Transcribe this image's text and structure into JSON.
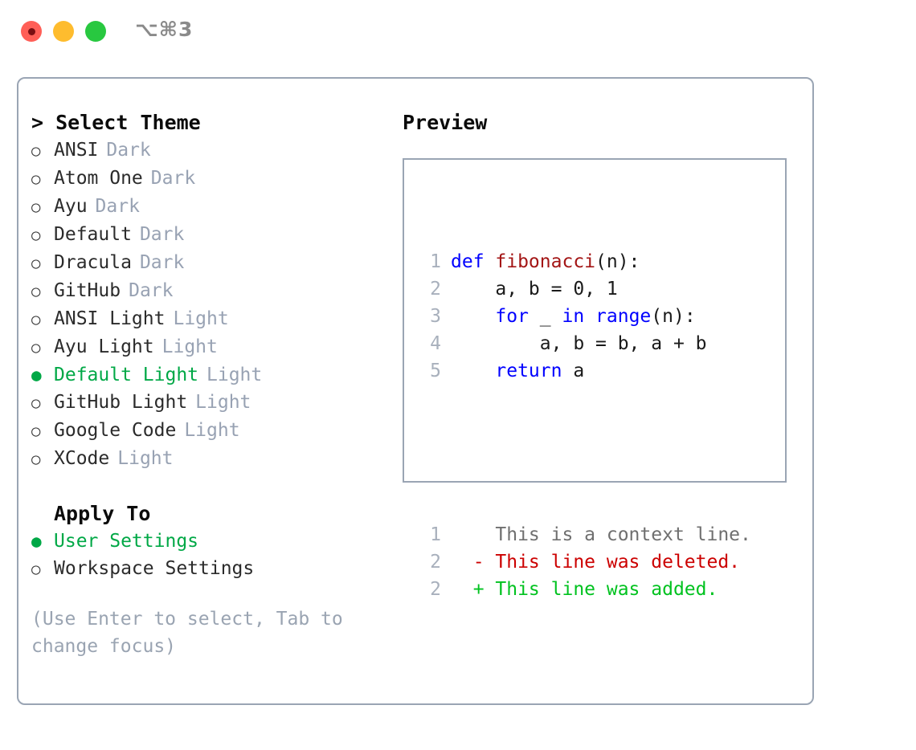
{
  "window": {
    "shortcut_title": "⌥⌘3",
    "traffic_lights": [
      "close-red",
      "minimize-yellow",
      "zoom-green"
    ]
  },
  "colors": {
    "accent_green": "#00a846",
    "border": "#9aa5b4",
    "muted": "#98a2b3",
    "keyword_blue": "#0000ff",
    "function_red": "#a31515",
    "diff_delete": "#cc0000",
    "diff_add": "#00c21f"
  },
  "theme_panel": {
    "header": "> Select Theme",
    "items": [
      {
        "label": "ANSI",
        "tag": "Dark",
        "selected": false
      },
      {
        "label": "Atom One",
        "tag": "Dark",
        "selected": false
      },
      {
        "label": "Ayu",
        "tag": "Dark",
        "selected": false
      },
      {
        "label": "Default",
        "tag": "Dark",
        "selected": false
      },
      {
        "label": "Dracula",
        "tag": "Dark",
        "selected": false
      },
      {
        "label": "GitHub",
        "tag": "Dark",
        "selected": false
      },
      {
        "label": "ANSI Light",
        "tag": "Light",
        "selected": false
      },
      {
        "label": "Ayu Light",
        "tag": "Light",
        "selected": false
      },
      {
        "label": "Default Light",
        "tag": "Light",
        "selected": true
      },
      {
        "label": "GitHub Light",
        "tag": "Light",
        "selected": false
      },
      {
        "label": "Google Code",
        "tag": "Light",
        "selected": false
      },
      {
        "label": "XCode",
        "tag": "Light",
        "selected": false
      }
    ]
  },
  "apply_to": {
    "header": "Apply To",
    "items": [
      {
        "label": "User Settings",
        "selected": true
      },
      {
        "label": "Workspace Settings",
        "selected": false
      }
    ]
  },
  "hint": "(Use Enter to select, Tab to change focus)",
  "preview": {
    "header": "Preview",
    "code_lines": [
      {
        "num": "1",
        "tokens": [
          {
            "t": "def ",
            "c": "kw"
          },
          {
            "t": "fibonacci",
            "c": "fn"
          },
          {
            "t": "(n):",
            "c": "txt"
          }
        ]
      },
      {
        "num": "2",
        "tokens": [
          {
            "t": "    a, b = 0, 1",
            "c": "txt"
          }
        ]
      },
      {
        "num": "3",
        "tokens": [
          {
            "t": "    ",
            "c": "txt"
          },
          {
            "t": "for",
            "c": "kw"
          },
          {
            "t": " _ ",
            "c": "txt"
          },
          {
            "t": "in",
            "c": "kw"
          },
          {
            "t": " ",
            "c": "txt"
          },
          {
            "t": "range",
            "c": "kw"
          },
          {
            "t": "(n):",
            "c": "txt"
          }
        ]
      },
      {
        "num": "4",
        "tokens": [
          {
            "t": "        a, b = b, a + b",
            "c": "txt"
          }
        ]
      },
      {
        "num": "5",
        "tokens": [
          {
            "t": "    ",
            "c": "txt"
          },
          {
            "t": "return",
            "c": "kw"
          },
          {
            "t": " a",
            "c": "txt"
          }
        ]
      }
    ],
    "diff_lines": [
      {
        "num": "1",
        "marker": "  ",
        "text": "This is a context line.",
        "kind": "ctx"
      },
      {
        "num": "2",
        "marker": "- ",
        "text": "This line was deleted.",
        "kind": "del"
      },
      {
        "num": "2",
        "marker": "+ ",
        "text": "This line was added.",
        "kind": "add"
      }
    ]
  }
}
